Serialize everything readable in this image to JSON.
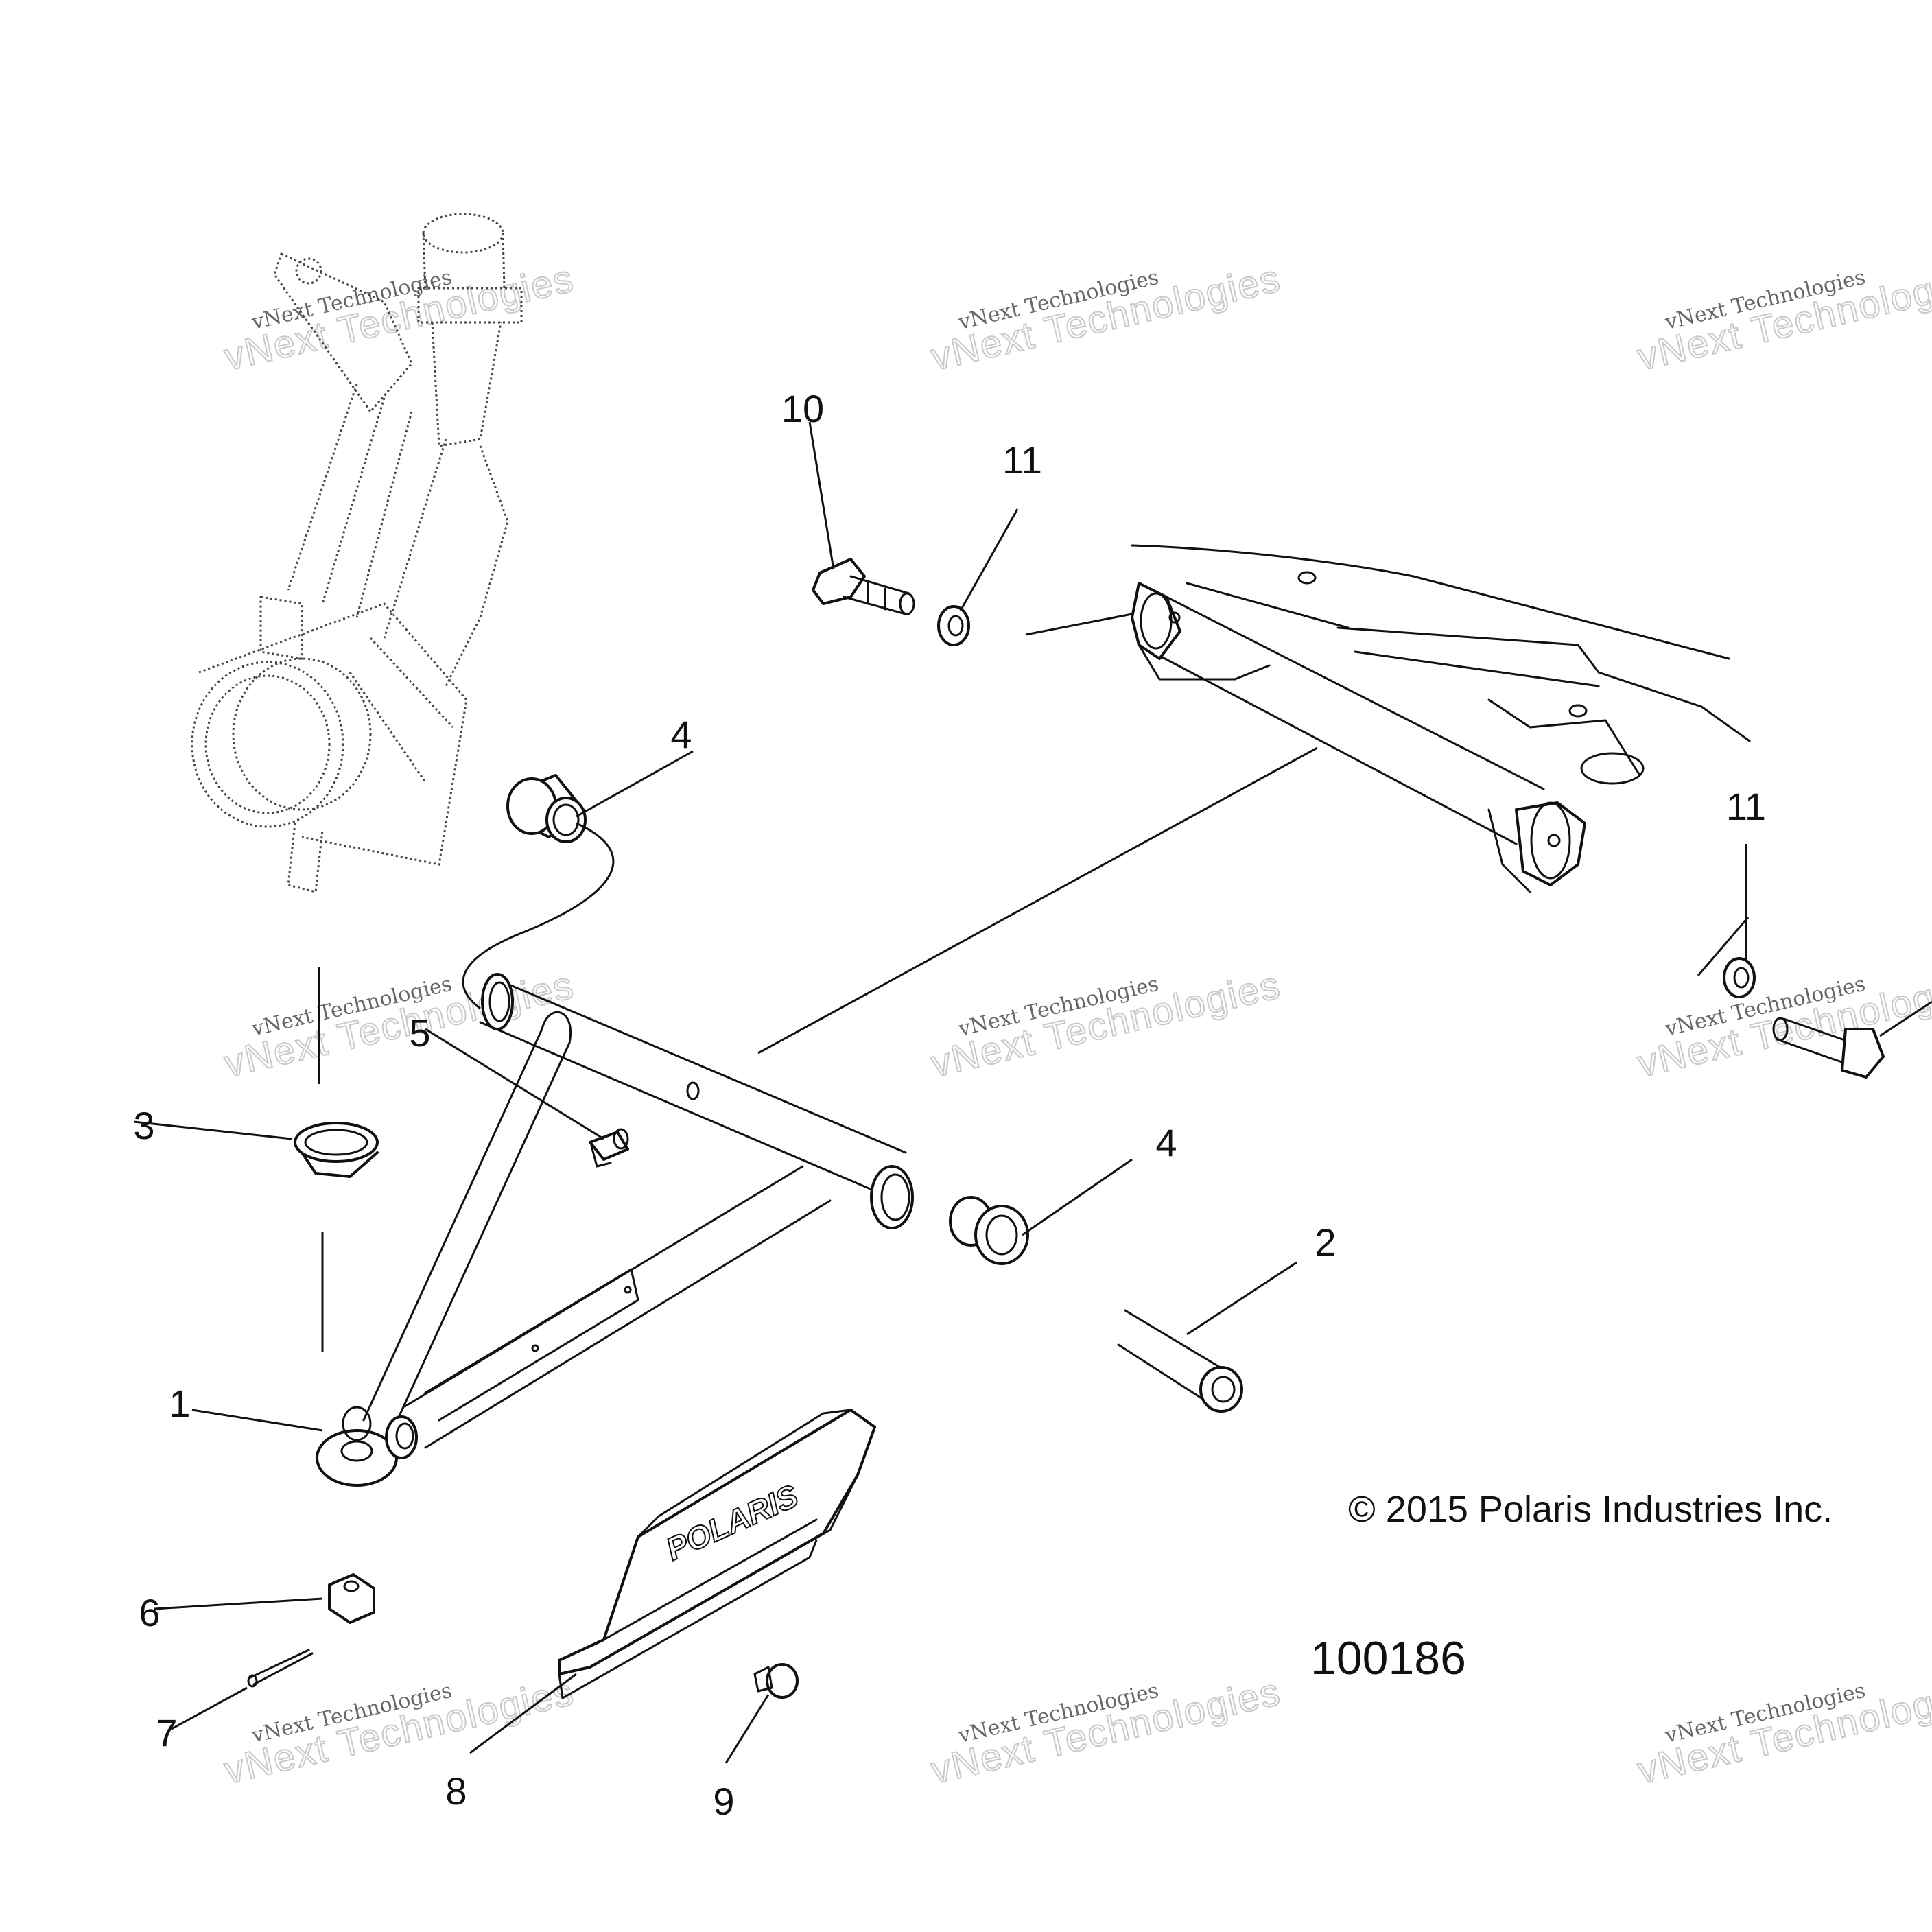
{
  "diagram": {
    "diagram_number": "100186",
    "copyright": "© 2015 Polaris Industries Inc.",
    "logo_text": "POLARIS",
    "callouts": [
      "1",
      "2",
      "3",
      "4",
      "4",
      "5",
      "6",
      "7",
      "8",
      "9",
      "10",
      "11",
      "11"
    ],
    "watermark_line1": "vNext Technologies",
    "watermark_line2": "vNext Technologies"
  }
}
